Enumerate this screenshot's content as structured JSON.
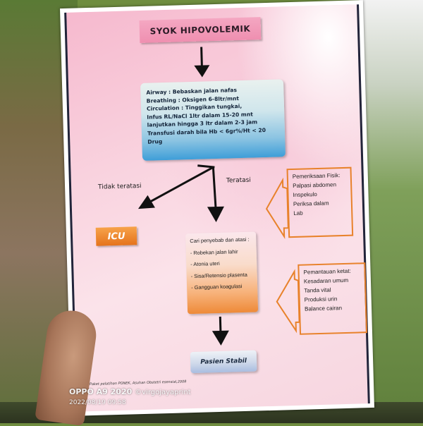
{
  "title": "SYOK HIPOVOLEMIK",
  "abc": [
    "Airway : Bebaskan jalan nafas",
    "Breathing : Oksigen 6-8ltr/mnt",
    "Circulation : Tinggikan tungkai,",
    "Infus RL/NaCl 1ltr dalam 15-20 mnt",
    "lanjutkan hingga 3 ltr dalam 2-3 jam",
    "Transfusi darah bila Hb < 6gr%/Ht < 20",
    "Drug"
  ],
  "branches": {
    "left": "Tidak teratasi",
    "right": "Teratasi"
  },
  "icu": "ICU",
  "cause": {
    "title": "Cari penyebab dan atasi :",
    "items": [
      "- Robekan jalan lahir",
      "- Atonia uteri",
      "- Sisa/Retensio plasenta",
      "- Gangguan koagulasi"
    ]
  },
  "exam": {
    "title": "Pemeriksaan Fisik:",
    "items": [
      "Palpasi abdomen",
      "Inspekulo",
      "Periksa dalam",
      "Lab"
    ]
  },
  "monitor": {
    "title": "Pemantauan ketat:",
    "items": [
      "Kesadaran umum",
      "Tanda vital",
      "Produksi urin",
      "Balance cairan"
    ]
  },
  "outcome": "Pasien Stabil",
  "credit": "Paket pelatihan PONEK, Asuhan Obstetri esensial,2008",
  "watermark": {
    "device": "OPPO A9 2020",
    "handle": "©virgojayaprint",
    "datetime": "2022/08/19 09:58"
  },
  "colors": {
    "title_pink": "#ef8fb0",
    "abc_blue": "#3e9ed8",
    "orange": "#e8822b",
    "outcome_blue": "#a9bde0"
  }
}
